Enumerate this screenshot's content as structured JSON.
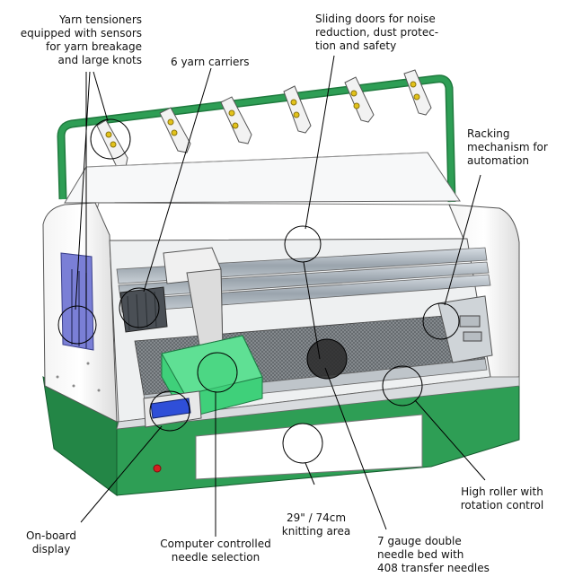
{
  "labels": {
    "yarn_tensioners": "Yarn tensioners\nequipped with sensors\nfor yarn breakage\nand large knots",
    "yarn_carriers": "6 yarn carriers",
    "sliding_doors": "Sliding doors for noise\nreduction, dust protec-\ntion and safety",
    "racking": "Racking\nmechanism for\nautomation",
    "high_roller": "High roller with\nrotation control",
    "knitting_area": "29\" / 74cm\nknitting area",
    "needle_bed": "7 gauge double\nneedle bed with\n408 transfer needles",
    "needle_selection": "Computer controlled\nneedle selection",
    "display": "On-board\ndisplay"
  },
  "colors": {
    "machine_green": "#2e9e55",
    "carriage_green": "#3fd07a",
    "lcd_blue": "#2f4fd8",
    "tensioner_purple": "#7a7fd6",
    "body_grey": "#e6e6e6",
    "indicator_red": "#d42020"
  }
}
